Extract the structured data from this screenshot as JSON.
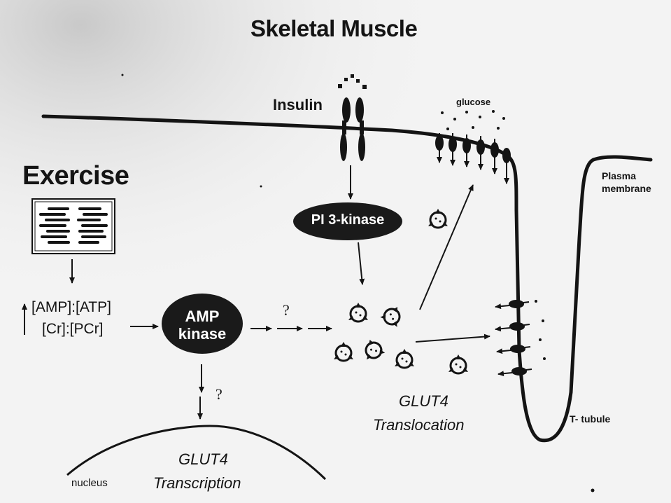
{
  "title": "Skeletal Muscle",
  "labels": {
    "exercise": "Exercise",
    "insulin": "Insulin",
    "glucose": "glucose",
    "plasma_line1": "Plasma",
    "plasma_line2": "membrane",
    "t_tubule": "T- tubule",
    "ratio_line1": "[AMP]:[ATP]",
    "ratio_line2": "[Cr]:[PCr]",
    "pi3_kinase": "PI 3-kinase",
    "amp_line1": "AMP",
    "amp_line2": "kinase",
    "question_1": "?",
    "question_2": "?",
    "translocation_line1": "GLUT4",
    "translocation_line2": "Translocation",
    "transcription_line1": "GLUT4",
    "transcription_line2": "Transcription",
    "nucleus": "nucleus"
  },
  "colors": {
    "background": "#f3f3f3",
    "ink": "#141414",
    "node_fill": "#1a1a1a",
    "node_text": "#ffffff"
  },
  "icons": {
    "muscle_fibre": "muscle-fibre-icon",
    "glut4_vesicle": "glut4-vesicle-icon",
    "insulin_receptor": "insulin-receptor-icon",
    "glut4_transporter": "glut4-transporter-icon",
    "up_arrow": "up-arrow-icon"
  }
}
